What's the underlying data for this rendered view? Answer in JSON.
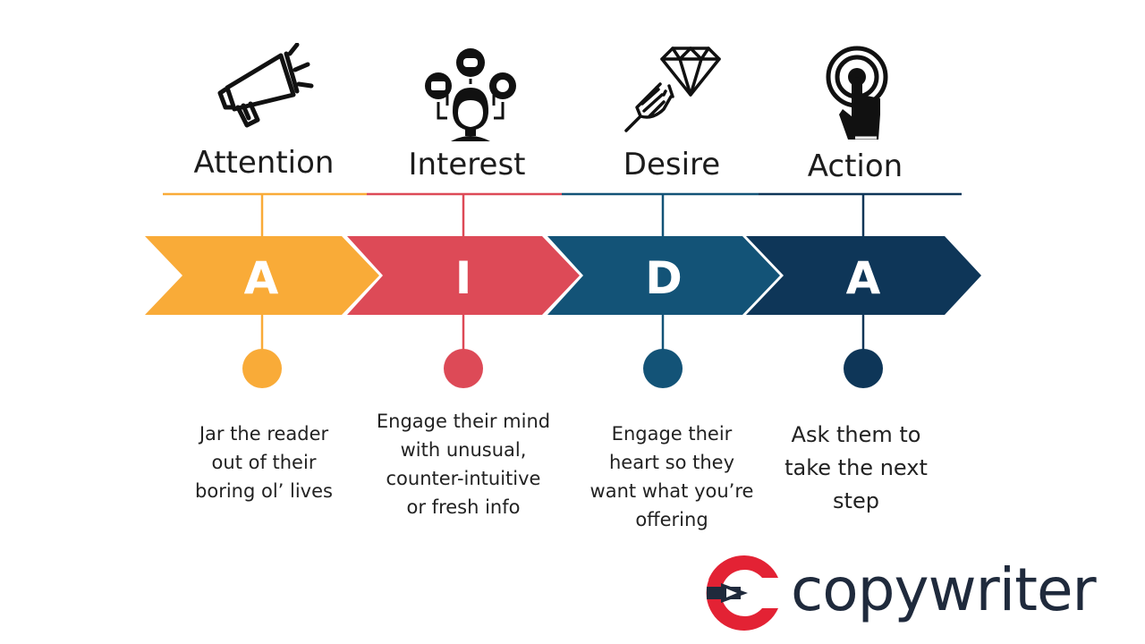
{
  "stages": [
    {
      "title": "Attention",
      "letter": "A",
      "icon": "megaphone-icon",
      "color": "#f9ab38",
      "desc_lines": [
        "Jar the reader",
        "out of their",
        "boring ol’ lives"
      ]
    },
    {
      "title": "Interest",
      "letter": "I",
      "icon": "thinking-person-icon",
      "color": "#dd4a57",
      "desc_lines": [
        "Engage their mind",
        "with unusual,",
        "counter-intuitive",
        "or fresh info"
      ]
    },
    {
      "title": "Desire",
      "letter": "D",
      "icon": "hand-diamond-icon",
      "color": "#135377",
      "desc_lines": [
        "Engage their",
        "heart so they",
        "want what you’re",
        "offering"
      ]
    },
    {
      "title": "Action",
      "letter": "A",
      "icon": "pointer-hand-icon",
      "color": "#0e3658",
      "desc_lines": [
        "Ask them to",
        "take the next",
        "step"
      ]
    }
  ],
  "brand": {
    "name": "copywriter",
    "color": "#1f2a3c",
    "accent": "#e32234",
    "logo_icon": "copywriter-c-logo-icon"
  }
}
